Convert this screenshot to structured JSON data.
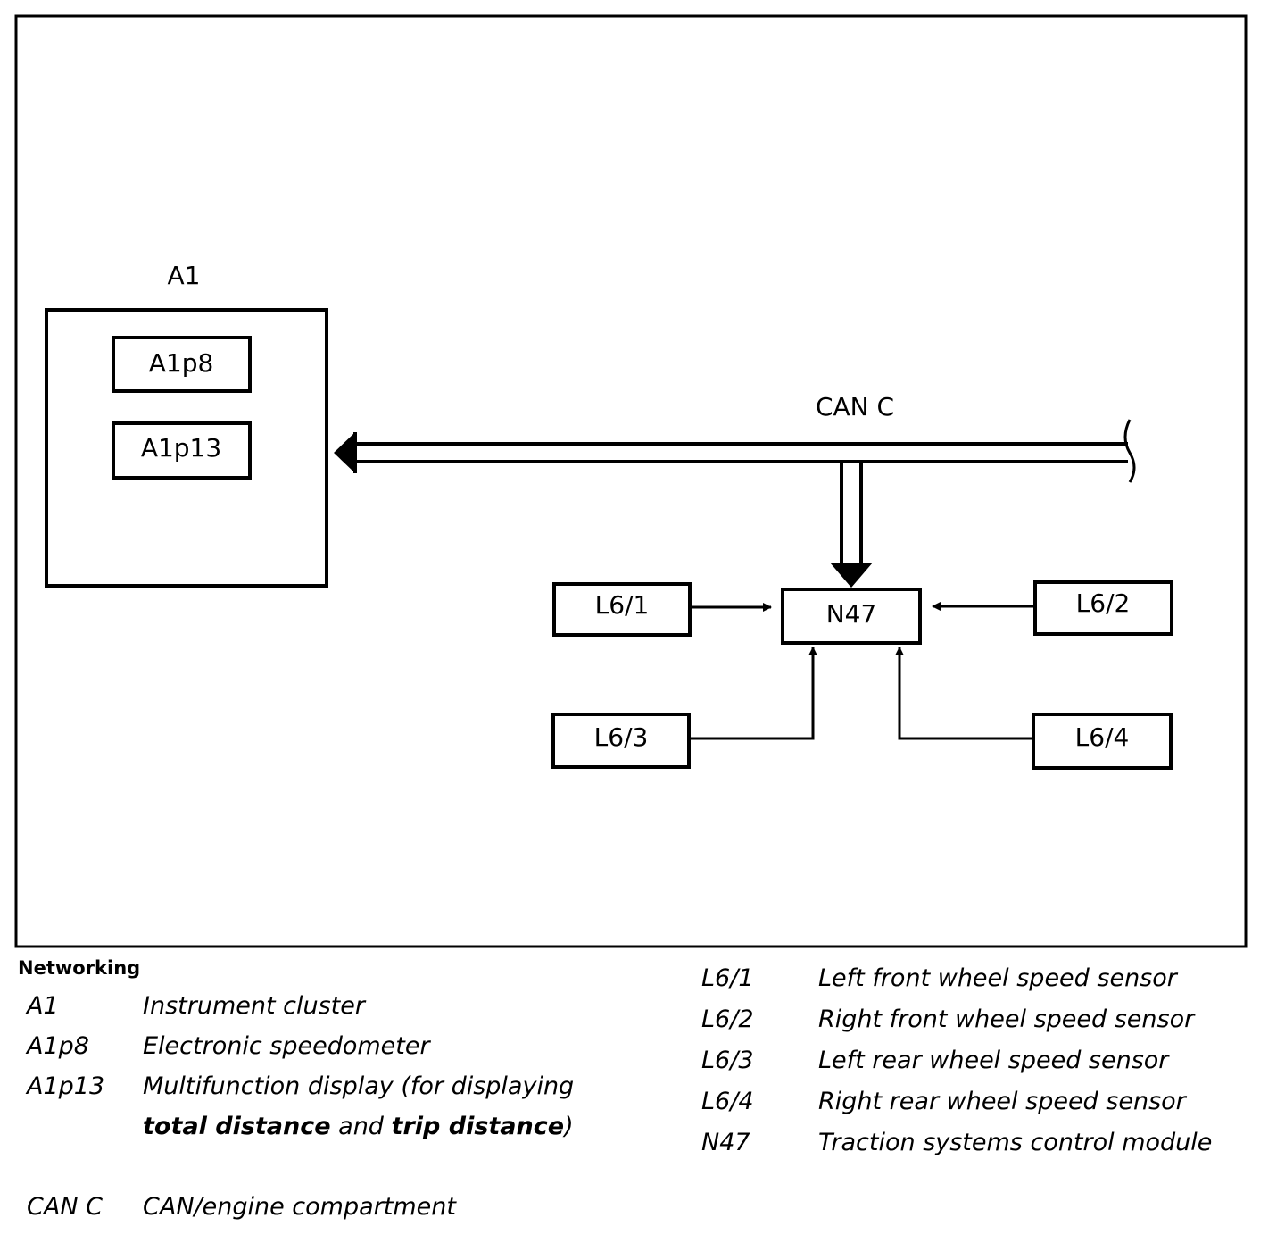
{
  "diagram": {
    "a1_label": "A1",
    "a1p8_label": "A1p8",
    "a1p13_label": "A1p13",
    "can_label": "CAN C",
    "n47_label": "N47",
    "l61_label": "L6/1",
    "l62_label": "L6/2",
    "l63_label": "L6/3",
    "l64_label": "L6/4"
  },
  "caption": {
    "title": "Networking",
    "left": [
      {
        "code": "A1",
        "desc": "Instrument cluster"
      },
      {
        "code": "A1p8",
        "desc": "Electronic speedometer"
      },
      {
        "code": "A1p13",
        "desc_pre": "Multifunction display (for displaying ",
        "desc_b1": "total distance",
        "desc_mid": " and ",
        "desc_b2": "trip distance",
        "desc_post": ")"
      },
      {
        "code": "CAN C",
        "desc": "CAN/engine compartment"
      }
    ],
    "right": [
      {
        "code": "L6/1",
        "desc": "Left front wheel speed sensor"
      },
      {
        "code": "L6/2",
        "desc": "Right front wheel speed sensor"
      },
      {
        "code": "L6/3",
        "desc": "Left rear wheel speed sensor"
      },
      {
        "code": "L6/4",
        "desc": "Right rear wheel speed sensor"
      },
      {
        "code": "N47",
        "desc": "Traction systems control module"
      }
    ]
  }
}
